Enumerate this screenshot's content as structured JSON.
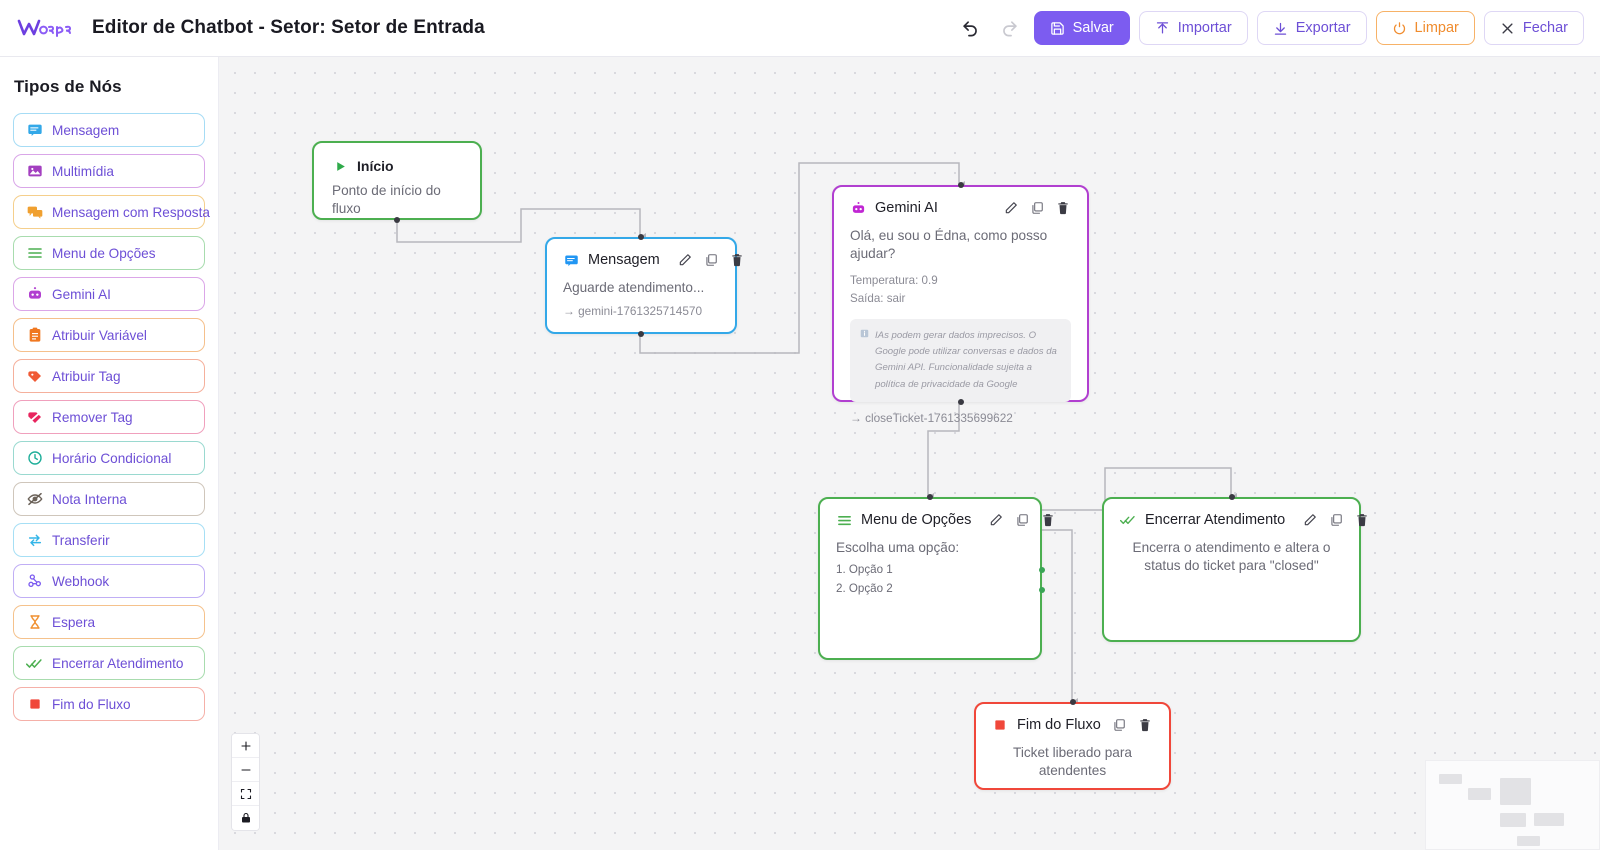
{
  "header": {
    "logo_text": "WaSap",
    "title": "Editor de Chatbot - Setor: Setor de Entrada",
    "undo_icon": "undo-icon",
    "redo_icon": "redo-icon",
    "buttons": [
      {
        "label": "Salvar",
        "icon": "save-icon",
        "style": "primary"
      },
      {
        "label": "Importar",
        "icon": "upload-icon",
        "style": "default"
      },
      {
        "label": "Exportar",
        "icon": "download-icon",
        "style": "default"
      },
      {
        "label": "Limpar",
        "icon": "refresh-icon",
        "style": "warn"
      },
      {
        "label": "Fechar",
        "icon": "close-icon",
        "style": "default"
      }
    ]
  },
  "sidebar": {
    "title": "Tipos de Nós",
    "items": [
      {
        "label": "Mensagem",
        "icon": "message-icon",
        "color": "#33a8e8"
      },
      {
        "label": "Multimídia",
        "icon": "image-icon",
        "color": "#a33fc0"
      },
      {
        "label": "Mensagem com Resposta",
        "icon": "reply-icon",
        "color": "#f0a030"
      },
      {
        "label": "Menu de Opções",
        "icon": "list-icon",
        "color": "#4caf50"
      },
      {
        "label": "Gemini AI",
        "icon": "robot-icon",
        "color": "#b13fd0"
      },
      {
        "label": "Atribuir Variável",
        "icon": "clipboard-icon",
        "color": "#f07820"
      },
      {
        "label": "Atribuir Tag",
        "icon": "tag-icon",
        "color": "#f05a35"
      },
      {
        "label": "Remover Tag",
        "icon": "tag-off-icon",
        "color": "#e8255f"
      },
      {
        "label": "Horário Condicional",
        "icon": "clock-icon",
        "color": "#1fae9a"
      },
      {
        "label": "Nota Interna",
        "icon": "eye-off-icon",
        "color": "#6b6259"
      },
      {
        "label": "Transferir",
        "icon": "transfer-icon",
        "color": "#33b5e8"
      },
      {
        "label": "Webhook",
        "icon": "webhook-icon",
        "color": "#7c5cf0"
      },
      {
        "label": "Espera",
        "icon": "hourglass-icon",
        "color": "#f09030"
      },
      {
        "label": "Encerrar Atendimento",
        "icon": "double-check-icon",
        "color": "#4caf50"
      },
      {
        "label": "Fim do Fluxo",
        "icon": "stop-square-icon",
        "color": "#f0473a"
      }
    ]
  },
  "canvas": {
    "nodes": {
      "inicio": {
        "title": "Início",
        "icon": "play-icon",
        "body": "Ponto de início do fluxo"
      },
      "mensagem": {
        "title": "Mensagem",
        "icon": "message-icon",
        "body": "Aguarde atendimento...",
        "ref": "→ gemini-1761325714570"
      },
      "gemini": {
        "title": "Gemini AI",
        "icon": "robot-icon",
        "body": "Olá, eu sou o Édna, como posso ajudar?",
        "temperatura": "Temperatura: 0.9",
        "saida": "Saída: sair",
        "notice": "IAs podem gerar dados imprecisos. O Google pode utilizar conversas e dados da Gemini API. Funcionalidade sujeita a política de privacidade da Google",
        "ref": "→ closeTicket-1761335699622"
      },
      "menu": {
        "title": "Menu de Opções",
        "icon": "list-icon",
        "body": "Escolha uma opção:",
        "options": [
          "1. Opção 1",
          "2. Opção 2"
        ]
      },
      "encerrar": {
        "title": "Encerrar Atendimento",
        "icon": "double-check-icon",
        "body": "Encerra o atendimento e altera o status do ticket para \"closed\""
      },
      "fim": {
        "title": "Fim do Fluxo",
        "icon": "stop-square-icon",
        "body": "Ticket liberado para atendentes"
      }
    },
    "node_actions": {
      "edit": "edit-icon",
      "copy": "copy-icon",
      "delete": "trash-icon"
    },
    "controls": {
      "zoom_in": "plus-icon",
      "zoom_out": "minus-icon",
      "fit_view": "fit-view-icon",
      "lock": "lock-icon"
    }
  },
  "colors": {
    "accent": "#7c5cf0",
    "link_text": "#6d4fd6",
    "green": "#4caf50",
    "blue": "#33a8e8",
    "purple": "#b13fd0",
    "red": "#f0473a",
    "orange": "#f08c2e",
    "edge": "#b7b7bd",
    "canvas_bg": "#f4f4f5"
  }
}
